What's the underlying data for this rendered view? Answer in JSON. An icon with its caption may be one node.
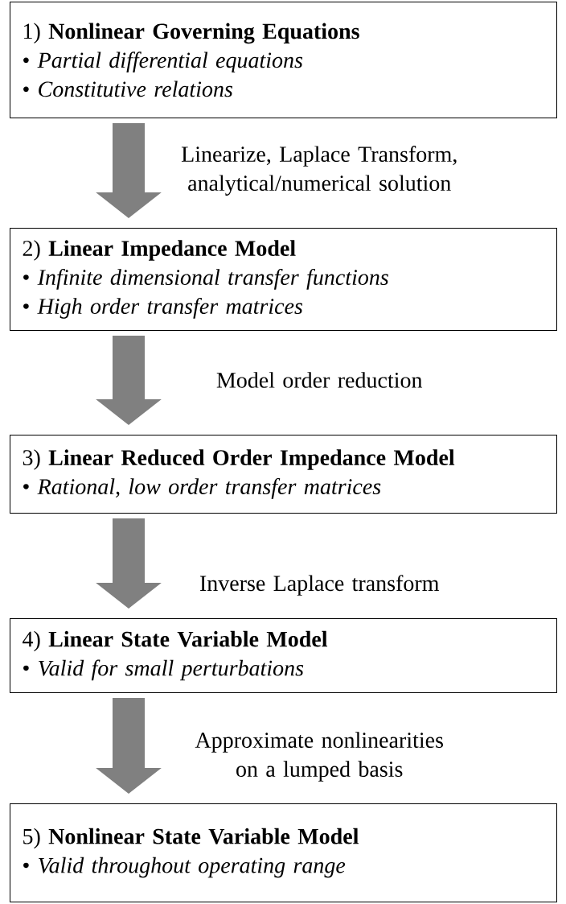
{
  "diagram": {
    "nodes": [
      {
        "text": [
          "1) **Nonlinear Governing Equations**",
          "• *Partial differential equations*",
          "• *Constitutive relations*"
        ]
      },
      {
        "text": [
          "2) **Linear Impedance Model**",
          "• *Infinite dimensional transfer functions*",
          "• *High order transfer matrices*"
        ]
      },
      {
        "text": [
          "3) **Linear Reduced Order Impedance Model**",
          "• *Rational, low order transfer matrices*"
        ]
      },
      {
        "text": [
          "4) **Linear State Variable Model**",
          "• *Valid for small perturbations*"
        ]
      },
      {
        "text": [
          "5) **Nonlinear State Variable Model**",
          "• *Valid throughout operating range*"
        ]
      }
    ],
    "edges": [
      {
        "from": 0,
        "to": 1,
        "arrow": "to",
        "label": "Linearize, Laplace Transform, analytical/numerical solution"
      },
      {
        "from": 1,
        "to": 2,
        "arrow": "to",
        "label": "Model order reduction"
      },
      {
        "from": 2,
        "to": 3,
        "arrow": "to",
        "label": "Inverse Laplace transform"
      },
      {
        "from": 3,
        "to": 4,
        "arrow": "to",
        "label": "Approximate nonlinearities on a lumped basis"
      }
    ]
  }
}
